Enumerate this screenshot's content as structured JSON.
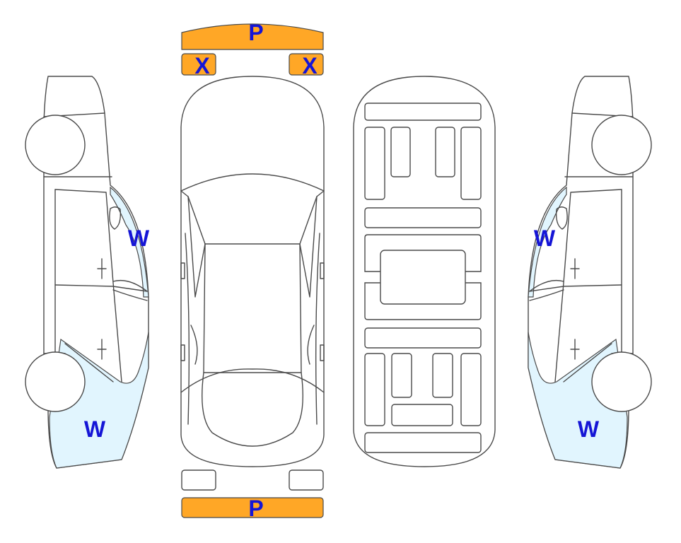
{
  "colors": {
    "outline": "#4a4a4a",
    "orange_marker": "#FFA726",
    "blue_tint": "#E1F5FE",
    "label": "#1515D6"
  },
  "markers": {
    "front_bumper": "P",
    "headlight_left": "X",
    "headlight_right": "X",
    "rear_bumper": "P",
    "left_front_fender": "W",
    "left_rear_quarter": "W",
    "right_front_fender": "W",
    "right_rear_quarter": "W"
  }
}
